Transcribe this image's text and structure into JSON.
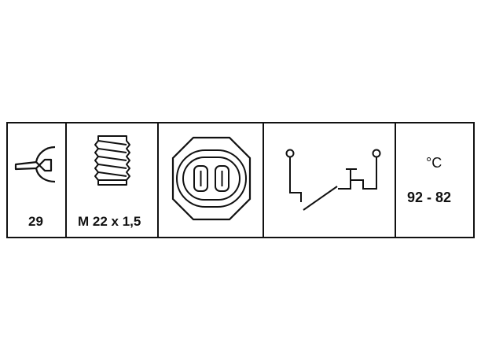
{
  "panels": {
    "wrench": {
      "icon": "wrench-icon",
      "value": "29"
    },
    "thread": {
      "icon": "thread-bolt-icon",
      "value": "M 22 x 1,5"
    },
    "connector": {
      "icon": "two-pin-connector-icon"
    },
    "switch": {
      "icon": "thermal-switch-symbol-icon"
    },
    "temperature": {
      "unit": "°C",
      "range": "92 - 82"
    }
  },
  "colors": {
    "line": "#111111",
    "background": "#ffffff"
  }
}
